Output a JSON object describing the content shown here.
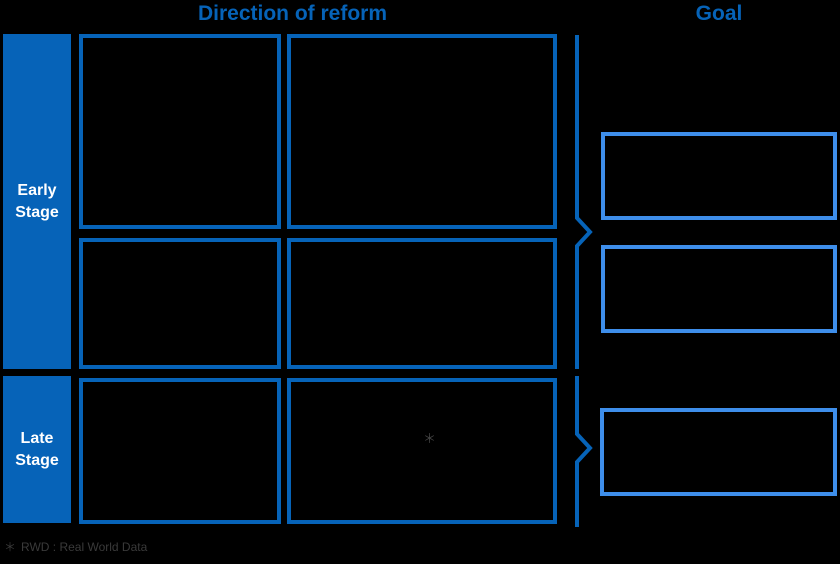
{
  "titles": {
    "direction": "Direction of reform",
    "goal": "Goal"
  },
  "sidebar": {
    "early": "Early Stage",
    "late": "Late Stage"
  },
  "grid": {
    "note_marker": "＊"
  },
  "footnote": {
    "marker": "＊",
    "text": "RWD : Real World Data"
  },
  "colors": {
    "background": "#000000",
    "primary_blue": "#0663b8",
    "goal_border_blue": "#3e8eea",
    "sidebar_text": "#ffffff",
    "footnote_text": "#3a3a3a"
  }
}
